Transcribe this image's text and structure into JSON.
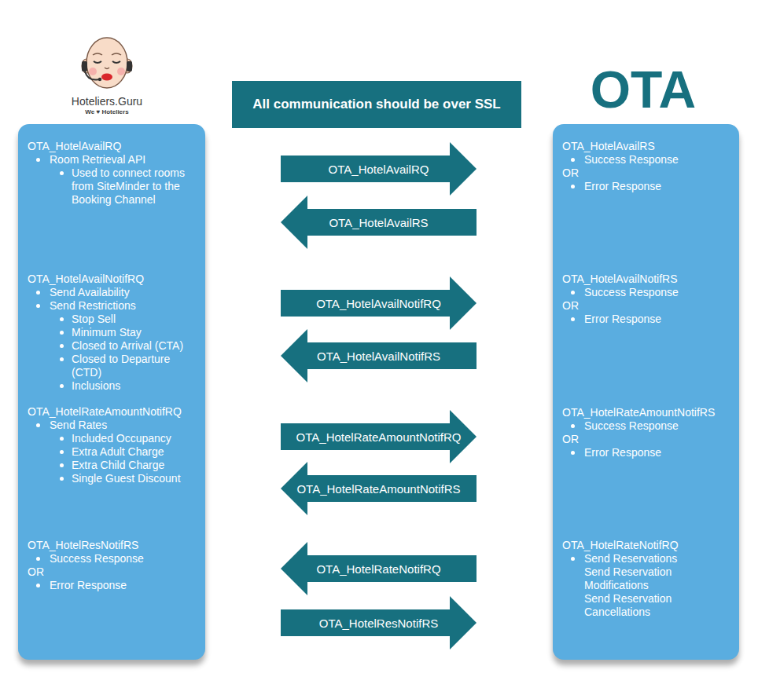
{
  "diagram": {
    "nodes": [
      {
        "text": [
          "All communication should be over SSL"
        ]
      },
      {
        "text": [
          "OTA_HotelAvailRQ",
          "Room Retrieval API",
          "Used to connect rooms from SiteMinder to the Booking Channel",
          "OTA_HotelAvailNotifRQ",
          "Send Availability",
          "Send Restrictions",
          "Stop Sell",
          "Minimum Stay",
          "Closed to Arrival (CTA)",
          "Closed to Departure (CTD)",
          "Inclusions",
          "OTA_HotelRateAmountNotifRQ",
          "Send Rates",
          "Included Occupancy",
          "Extra Adult Charge",
          "Extra Child Charge",
          "Single Guest Discount",
          "OTA_HotelResNotifRS",
          "Success Response",
          "OR",
          "Error Response"
        ]
      },
      {
        "text": [
          "OTA_HotelAvailRQ"
        ]
      },
      {
        "text": [
          "OTA_HotelAvailRS"
        ]
      },
      {
        "text": [
          "OTA_HotelAvailNotifRQ"
        ]
      },
      {
        "text": [
          "OTA_HotelAvailNotifRS"
        ]
      },
      {
        "text": [
          "OTA_HotelRateAmountNotifRQ"
        ]
      },
      {
        "text": [
          "OTA_HotelRateAmountNotifRS"
        ]
      },
      {
        "text": [
          "OTA_HotelRateNotifRQ"
        ]
      },
      {
        "text": [
          "OTA_HotelResNotifRS"
        ]
      },
      {
        "text": [
          "OTA_HotelAvailRS",
          "Success Response",
          "OR",
          "Error Response",
          "OTA_HotelAvailNotifRS",
          "Success Response",
          "OR",
          "Error Response",
          "OTA_HotelRateAmountNotifRS",
          "Success Response",
          "OR",
          "Error Response",
          "OTA_HotelRateNotifRQ",
          "Send Reservations",
          "Send Reservation Modifications",
          "Send Reservation Cancellations"
        ]
      }
    ],
    "labels": [
      "Hoteliers.Guru",
      "We ♥ Hoteliers",
      "OTA"
    ]
  }
}
